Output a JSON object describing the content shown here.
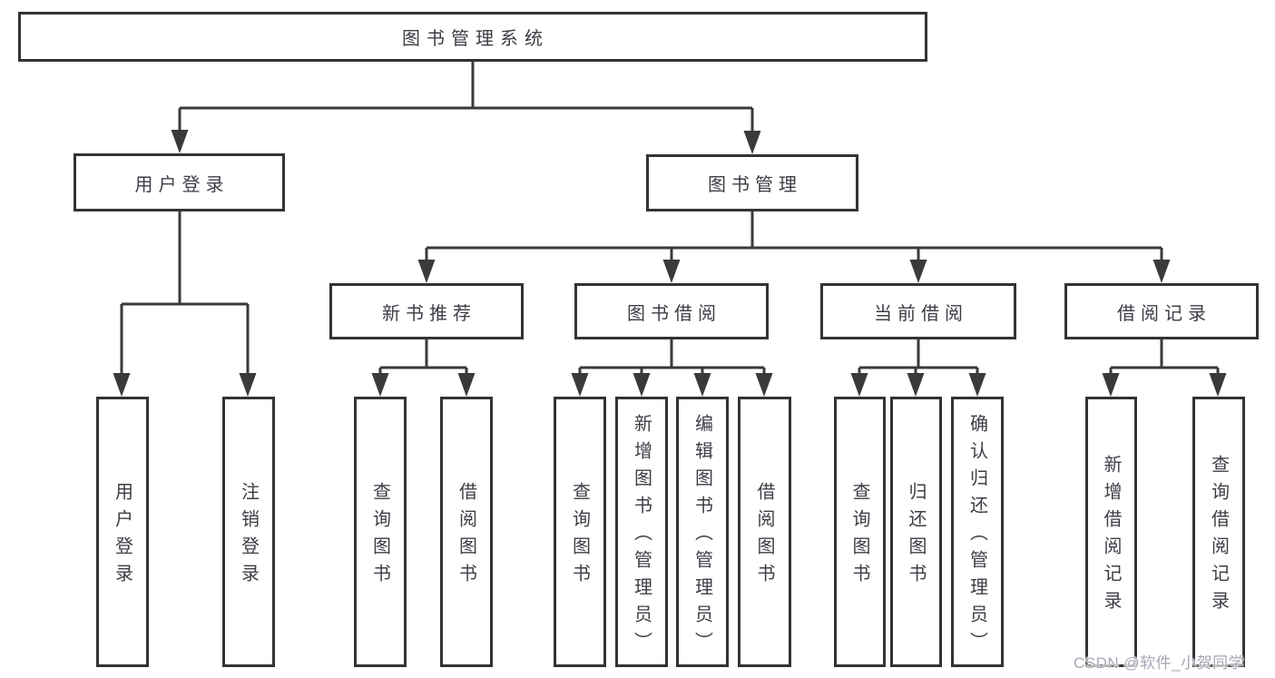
{
  "watermark": "CSDN @软件_小贺同学",
  "colors": {
    "background": "#ffffff",
    "box_border": "#333333",
    "line": "#3a3a3a",
    "text": "#3d3d46",
    "watermark": "#a6a6b5"
  },
  "tree": {
    "root": {
      "label": "图书管理系统"
    },
    "level2": [
      {
        "label": "用户登录",
        "parent": "图书管理系统"
      },
      {
        "label": "图书管理",
        "parent": "图书管理系统"
      }
    ],
    "level3": [
      {
        "label": "新书推荐",
        "parent": "图书管理"
      },
      {
        "label": "图书借阅",
        "parent": "图书管理"
      },
      {
        "label": "当前借阅",
        "parent": "图书管理"
      },
      {
        "label": "借阅记录",
        "parent": "图书管理"
      }
    ],
    "leaves": [
      {
        "label": "用户登录",
        "parent": "用户登录"
      },
      {
        "label": "注销登录",
        "parent": "用户登录"
      },
      {
        "label": "查询图书",
        "parent": "新书推荐"
      },
      {
        "label": "借阅图书",
        "parent": "新书推荐"
      },
      {
        "label": "查询图书",
        "parent": "图书借阅"
      },
      {
        "label": "新增图书（管理员）",
        "parent": "图书借阅"
      },
      {
        "label": "编辑图书（管理员）",
        "parent": "图书借阅"
      },
      {
        "label": "借阅图书",
        "parent": "图书借阅"
      },
      {
        "label": "查询图书",
        "parent": "当前借阅"
      },
      {
        "label": "归还图书",
        "parent": "当前借阅"
      },
      {
        "label": "确认归还（管理员）",
        "parent": "当前借阅"
      },
      {
        "label": "新增借阅记录",
        "parent": "借阅记录"
      },
      {
        "label": "查询借阅记录",
        "parent": "借阅记录"
      }
    ]
  }
}
